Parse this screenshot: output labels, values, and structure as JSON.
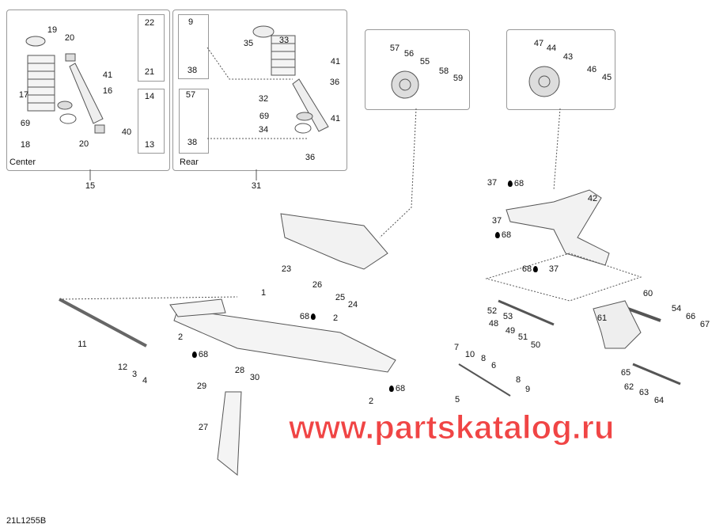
{
  "diagram_code": "21L1255B",
  "watermark": "www.partskatalog.ru",
  "panels": {
    "center": "Center",
    "rear": "Rear",
    "center_ref": "15",
    "rear_ref": "31"
  },
  "labels": [
    {
      "text": "19"
    },
    {
      "text": "20"
    },
    {
      "text": "41"
    },
    {
      "text": "17"
    },
    {
      "text": "16"
    },
    {
      "text": "69"
    },
    {
      "text": "18"
    },
    {
      "text": "20"
    },
    {
      "text": "40"
    },
    {
      "text": "22"
    },
    {
      "text": "21"
    },
    {
      "text": "14"
    },
    {
      "text": "13"
    },
    {
      "text": "9"
    },
    {
      "text": "38"
    },
    {
      "text": "57"
    },
    {
      "text": "38"
    },
    {
      "text": "35"
    },
    {
      "text": "33"
    },
    {
      "text": "41"
    },
    {
      "text": "36"
    },
    {
      "text": "32"
    },
    {
      "text": "69"
    },
    {
      "text": "34"
    },
    {
      "text": "41"
    },
    {
      "text": "36"
    },
    {
      "text": "57"
    },
    {
      "text": "56"
    },
    {
      "text": "55"
    },
    {
      "text": "58"
    },
    {
      "text": "59"
    },
    {
      "text": "47"
    },
    {
      "text": "44"
    },
    {
      "text": "43"
    },
    {
      "text": "46"
    },
    {
      "text": "45"
    },
    {
      "text": "37"
    },
    {
      "text": "68",
      "drop": true
    },
    {
      "text": "42"
    },
    {
      "text": "37"
    },
    {
      "text": "68",
      "drop": true
    },
    {
      "text": "68",
      "dropAfter": true
    },
    {
      "text": "37"
    },
    {
      "text": "23"
    },
    {
      "text": "26"
    },
    {
      "text": "25"
    },
    {
      "text": "24"
    },
    {
      "text": "1"
    },
    {
      "text": "68",
      "dropAfter": true
    },
    {
      "text": "2"
    },
    {
      "text": "11"
    },
    {
      "text": "2"
    },
    {
      "text": "68",
      "drop": true
    },
    {
      "text": "12"
    },
    {
      "text": "3"
    },
    {
      "text": "4"
    },
    {
      "text": "7"
    },
    {
      "text": "10"
    },
    {
      "text": "8"
    },
    {
      "text": "6"
    },
    {
      "text": "8"
    },
    {
      "text": "9"
    },
    {
      "text": "28"
    },
    {
      "text": "30"
    },
    {
      "text": "29"
    },
    {
      "text": "68",
      "drop": true
    },
    {
      "text": "2"
    },
    {
      "text": "5"
    },
    {
      "text": "27"
    },
    {
      "text": "60"
    },
    {
      "text": "61"
    },
    {
      "text": "52"
    },
    {
      "text": "53"
    },
    {
      "text": "48"
    },
    {
      "text": "49"
    },
    {
      "text": "51"
    },
    {
      "text": "50"
    },
    {
      "text": "54"
    },
    {
      "text": "66"
    },
    {
      "text": "67"
    },
    {
      "text": "65"
    },
    {
      "text": "62"
    },
    {
      "text": "63"
    },
    {
      "text": "64"
    }
  ]
}
